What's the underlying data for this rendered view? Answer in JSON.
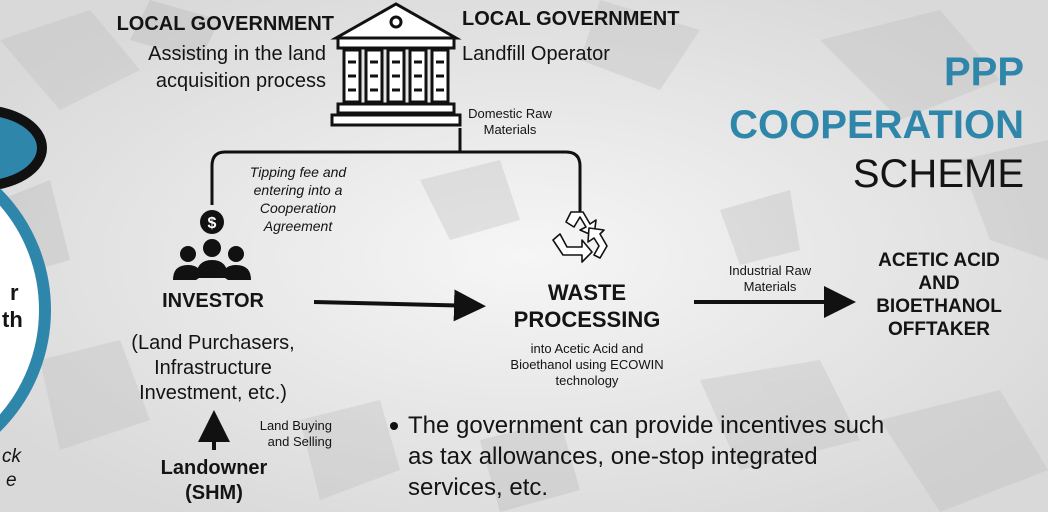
{
  "local_gov_left": {
    "title": "LOCAL GOVERNMENT",
    "line1": "Assisting in the land",
    "line2": "acquisition process"
  },
  "local_gov_right": {
    "title": "LOCAL GOVERNMENT",
    "subtitle": "Landfill Operator"
  },
  "scheme": {
    "line1": "PPP",
    "line2": "COOPERATION",
    "line3": "SCHEME",
    "accent_color": "#2e86ab"
  },
  "domestic": {
    "line1": "Domestic Raw",
    "line2": "Materials"
  },
  "tipping": {
    "line1": "Tipping fee and",
    "line2": "entering into a",
    "line3": "Cooperation",
    "line4": "Agreement"
  },
  "investor": {
    "title": "INVESTOR",
    "line1": "(Land Purchasers,",
    "line2": "Infrastructure",
    "line3": "Investment, etc.)"
  },
  "waste": {
    "title1": "WASTE",
    "title2": "PROCESSING",
    "line1": "into Acetic Acid and",
    "line2": "Bioethanol using ECOWIN",
    "line3": "technology"
  },
  "industrial": {
    "line1": "Industrial Raw",
    "line2": "Materials"
  },
  "offtaker": {
    "line1": "ACETIC ACID",
    "line2": "AND",
    "line3": "BIOETHANOL",
    "line4": "OFFTAKER"
  },
  "land_trade": {
    "line1": "Land Buying",
    "line2": "and Selling"
  },
  "landowner": {
    "line1": "Landowner",
    "line2": "(SHM)"
  },
  "bullet": {
    "line1": "The government can provide incentives such",
    "line2": "as tax allowances, one-stop integrated",
    "line3": "services, etc."
  },
  "left_partial": {
    "line1": "r",
    "line2": "th",
    "line3": "ck",
    "line4": "e"
  },
  "icons": {
    "government": "government-building-icon",
    "investor": "investor-group-dollar-icon",
    "recycle": "recycle-icon"
  }
}
